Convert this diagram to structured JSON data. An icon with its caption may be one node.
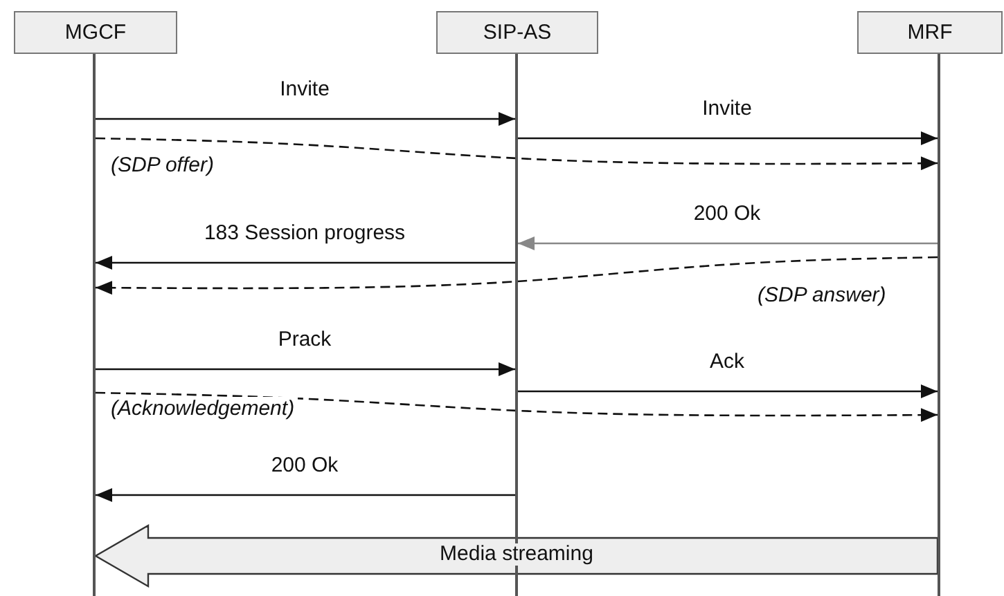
{
  "diagram": {
    "nodes": [
      {
        "text": [
          "MGCF"
        ]
      },
      {
        "text": [
          "SIP-AS"
        ]
      },
      {
        "text": [
          "MRF"
        ]
      },
      {
        "text": [],
        "shape": "bar"
      },
      {
        "text": [],
        "shape": "bar"
      },
      {
        "text": [],
        "shape": "bar"
      }
    ],
    "edges": [
      {
        "from": 3,
        "to": 4,
        "arrow": "to",
        "label": "Invite"
      },
      {
        "from": 4,
        "to": 5,
        "arrow": "to",
        "label": "Invite"
      },
      {
        "from": 3,
        "to": 5,
        "arrow": "to",
        "label": "(SDP offer)",
        "style": "dashed"
      },
      {
        "from": 5,
        "to": 4,
        "arrow": "to",
        "label": "200 Ok",
        "color": "#888888"
      },
      {
        "from": 4,
        "to": 3,
        "arrow": "to",
        "label": "183 Session progress"
      },
      {
        "from": 5,
        "to": 3,
        "arrow": "to",
        "label": "(SDP answer)",
        "style": "dashed"
      },
      {
        "from": 3,
        "to": 4,
        "arrow": "to",
        "label": "Prack"
      },
      {
        "from": 4,
        "to": 5,
        "arrow": "to",
        "label": "Ack"
      },
      {
        "from": 3,
        "to": 5,
        "arrow": "to",
        "label": "(Acknowledgement)",
        "style": "dashed"
      },
      {
        "from": 4,
        "to": 3,
        "arrow": "to",
        "label": "200 Ok"
      },
      {
        "from": 5,
        "to": 3,
        "arrow": "to",
        "label": "Media streaming",
        "style": "thick"
      }
    ]
  }
}
